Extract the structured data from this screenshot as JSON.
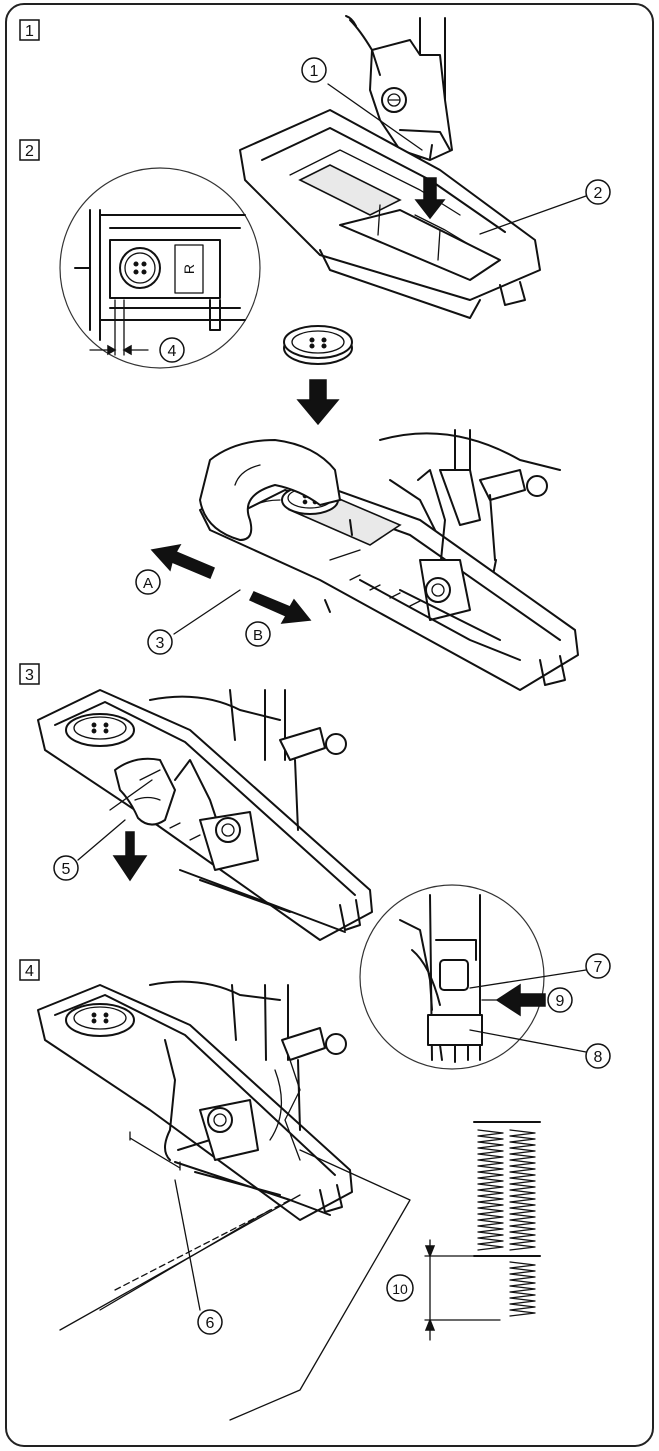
{
  "steps": [
    {
      "label": "1"
    },
    {
      "label": "2"
    },
    {
      "label": "3"
    },
    {
      "label": "4"
    }
  ],
  "callouts": [
    {
      "label": "1"
    },
    {
      "label": "2"
    },
    {
      "label": "4"
    },
    {
      "label": "A"
    },
    {
      "label": "3"
    },
    {
      "label": "B"
    },
    {
      "label": "5"
    },
    {
      "label": "7"
    },
    {
      "label": "9"
    },
    {
      "label": "8"
    },
    {
      "label": "6"
    },
    {
      "label": "10"
    }
  ],
  "detail_letter": "R"
}
